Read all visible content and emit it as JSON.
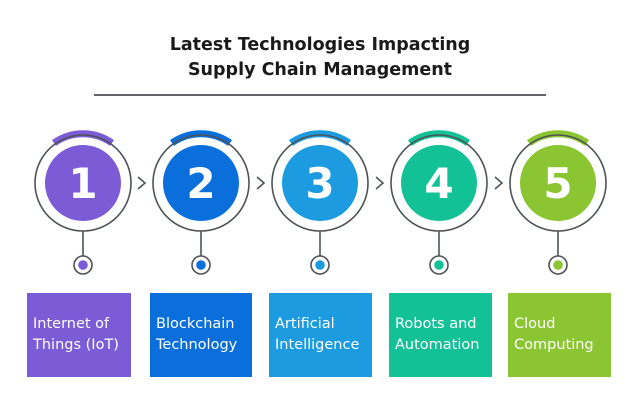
{
  "title": {
    "line1": "Latest Technologies Impacting",
    "line2": "Supply Chain Management"
  },
  "colors": {
    "outline": "#4d5357",
    "divider": "#5f6669",
    "title_text": "#1a1a1a"
  },
  "steps": [
    {
      "number": "1",
      "label": "Internet of\nThings (IoT)",
      "color": "#7b5bd6"
    },
    {
      "number": "2",
      "label": "Blockchain\nTechnology",
      "color": "#0a6fdb"
    },
    {
      "number": "3",
      "label": "Artificial\nIntelligence",
      "color": "#1c9be0"
    },
    {
      "number": "4",
      "label": "Robots and\nAutomation",
      "color": "#13c196"
    },
    {
      "number": "5",
      "label": "Cloud\nComputing",
      "color": "#8bc531"
    }
  ],
  "connector_icon": "chevron-right-icon"
}
